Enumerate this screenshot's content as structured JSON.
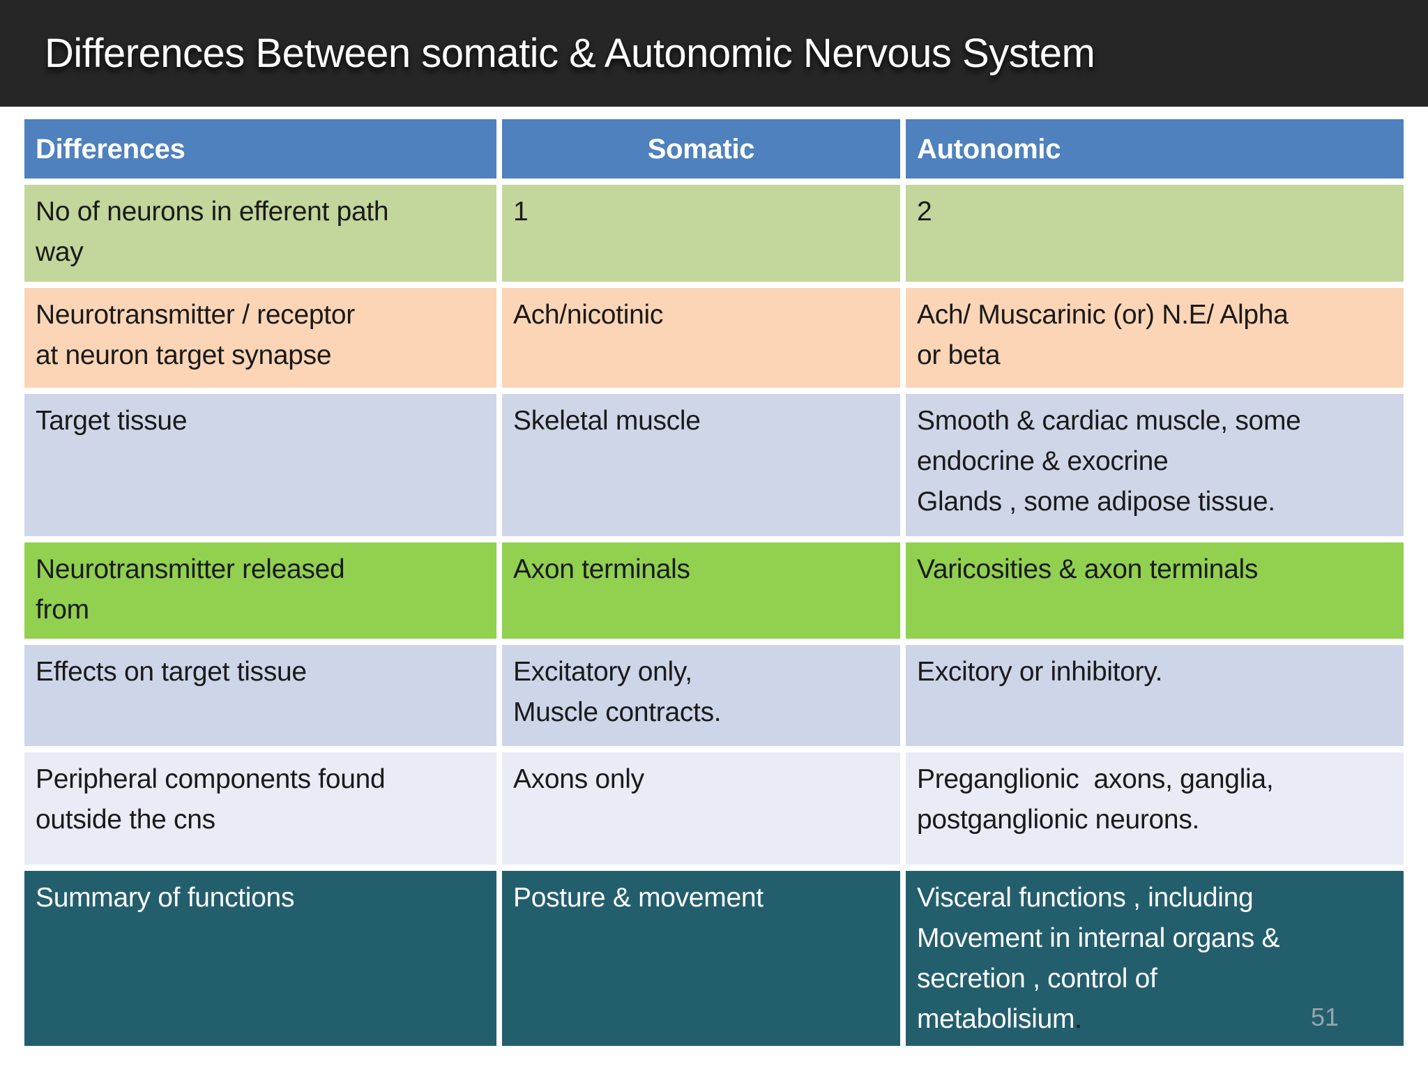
{
  "slide": {
    "title": "Differences Between somatic & Autonomic Nervous System",
    "page_number": "51"
  },
  "colors": {
    "banner_bg": "#262626",
    "header_bg": "#4e81bd",
    "row_neurons_bg": "#c3d69b",
    "row_neurotransmitter_bg": "#fbd5b5",
    "row_target_tissue_bg": "#cfd6e8",
    "row_released_from_bg": "#92d050",
    "row_effects_bg": "#cdd5e9",
    "row_peripheral_bg": "#e9ebf5",
    "row_summary_bg": "#235e6d",
    "header_text": "#ffffff",
    "body_text": "#1a1a1a",
    "page_number_text": "#98a5ae"
  },
  "table": {
    "headers": [
      "Differences",
      "Somatic",
      "Autonomic"
    ],
    "rows": [
      {
        "label": "No of neurons in efferent path\nway",
        "somatic": "1",
        "autonomic": "2"
      },
      {
        "label": "Neurotransmitter / receptor\nat neuron target synapse",
        "somatic": "Ach/nicotinic",
        "autonomic": "Ach/ Muscarinic (or) N.E/ Alpha\nor beta"
      },
      {
        "label": "Target tissue",
        "somatic": "Skeletal muscle",
        "autonomic": "Smooth & cardiac muscle, some\nendocrine & exocrine\nGlands , some adipose tissue."
      },
      {
        "label": "Neurotransmitter released\nfrom",
        "somatic": "Axon terminals",
        "autonomic": "Varicosities & axon terminals"
      },
      {
        "label": "Effects on target tissue",
        "somatic": "Excitatory only,\nMuscle contracts.",
        "autonomic": "Excitory or inhibitory."
      },
      {
        "label": "Peripheral components found\noutside the cns",
        "somatic": "Axons only",
        "autonomic": "Preganglionic  axons, ganglia,\npostganglionic neurons."
      },
      {
        "label": "Summary of functions",
        "somatic": "Posture & movement",
        "autonomic": "Visceral functions , including\nMovement in internal organs &\nsecretion , control of\nmetabolisium",
        "autonomic_period": "."
      }
    ]
  }
}
